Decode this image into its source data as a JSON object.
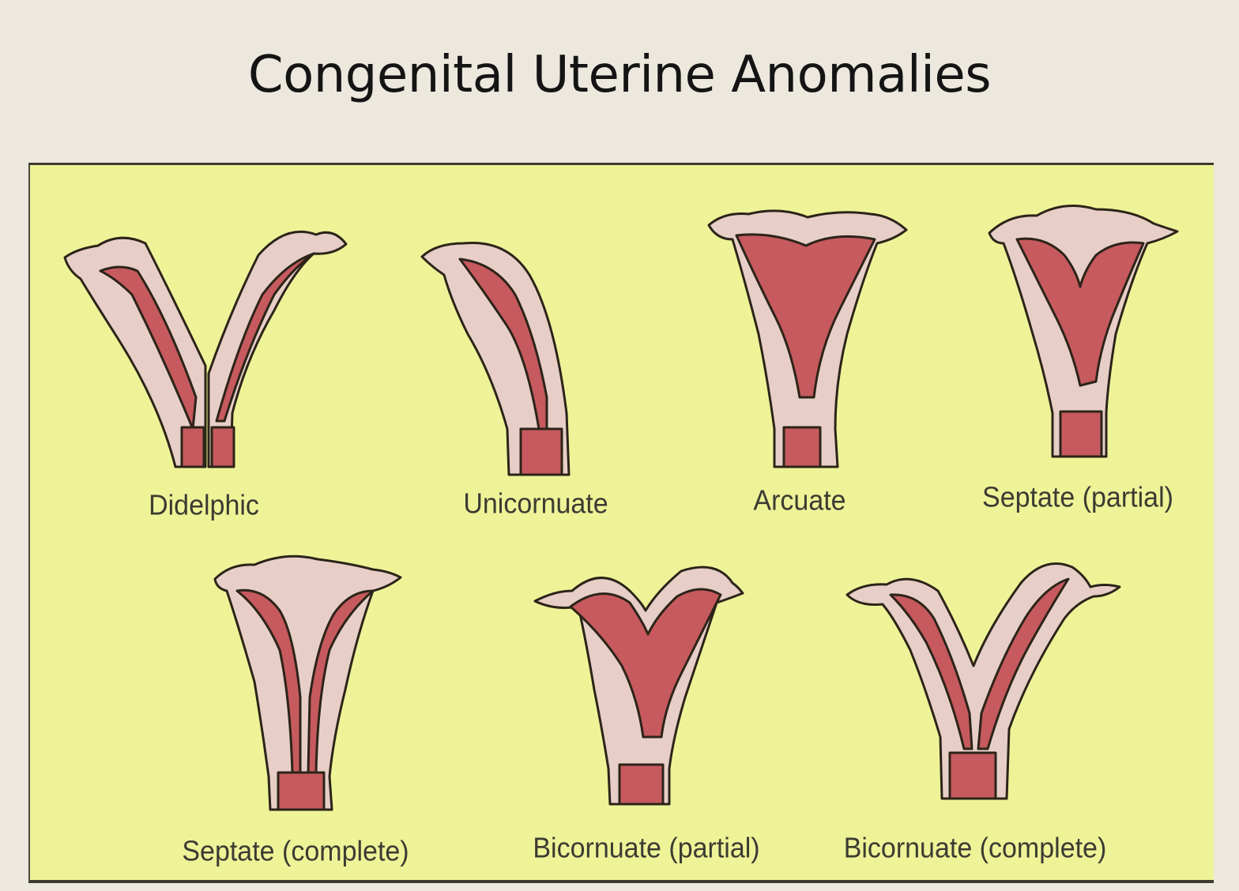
{
  "title": "Congenital Uterine Anomalies",
  "colors": {
    "background": "#ece8de",
    "panel": "#eef398",
    "wall": "#e7cfc8",
    "cavity": "#c65a5e",
    "outline": "#2c2418"
  },
  "figures": [
    {
      "label": "Didelphic"
    },
    {
      "label": "Unicornuate"
    },
    {
      "label": "Arcuate"
    },
    {
      "label": "Septate (partial)"
    },
    {
      "label": "Septate (complete)"
    },
    {
      "label": "Bicornuate (partial)"
    },
    {
      "label": "Bicornuate (complete)"
    }
  ]
}
